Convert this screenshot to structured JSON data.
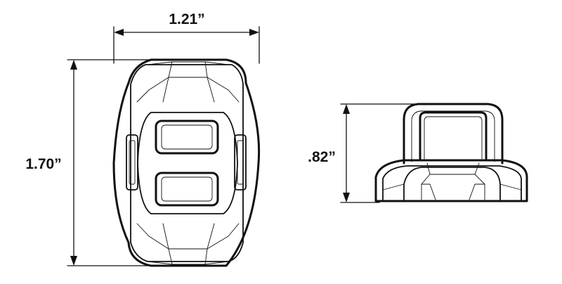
{
  "drawing": {
    "line_color": "#111111",
    "background": "#ffffff"
  },
  "dimensions": {
    "width_label": "1.21”",
    "height_label": "1.70”",
    "side_height_label": ".82”"
  }
}
